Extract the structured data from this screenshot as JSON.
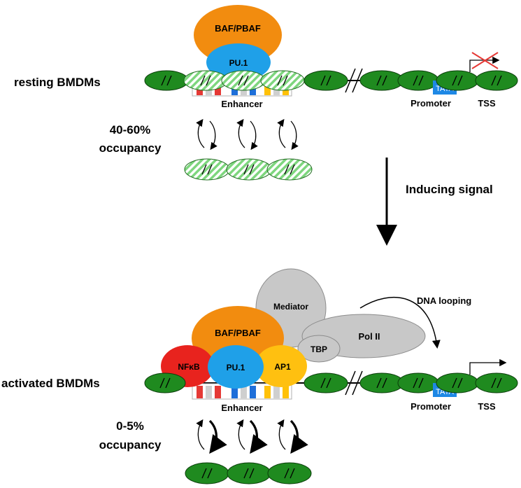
{
  "top": {
    "state_label": "resting BMDMs",
    "complex_label": "BAF/PBAF",
    "factor_label": "PU.1",
    "enhancer_label": "Enhancer",
    "promoter_label": "Promoter",
    "tata_label": "TATA",
    "tss_label": "TSS",
    "occupancy_value": "40-60%",
    "occupancy_word": "occupancy"
  },
  "transition": {
    "label": "Inducing signal"
  },
  "bottom": {
    "state_label": "activated BMDMs",
    "mediator_label": "Mediator",
    "complex_label": "BAF/PBAF",
    "pol_label": "Pol II",
    "tbp_label": "TBP",
    "nfkb_label": "NFκB",
    "pu1_label": "PU.1",
    "ap1_label": "AP1",
    "looping_label": "DNA looping",
    "enhancer_label": "Enhancer",
    "promoter_label": "Promoter",
    "tata_label": "TATA",
    "tss_label": "TSS",
    "occupancy_value": "0-5%",
    "occupancy_word": "occupancy"
  },
  "colors": {
    "nucleosome": "#1f8a1f",
    "nucleosome_hatched": "#7ed67e",
    "baf_pbaf": "#f28c0f",
    "pu1": "#1fa0e8",
    "nfkb": "#e8231e",
    "ap1": "#ffc010",
    "mediator_grey": "#c8c8c8",
    "tata_box": "#1e88e5",
    "stripe_red": "#e53935",
    "stripe_blue": "#1e6fd9",
    "stripe_yellow": "#ffc107"
  }
}
